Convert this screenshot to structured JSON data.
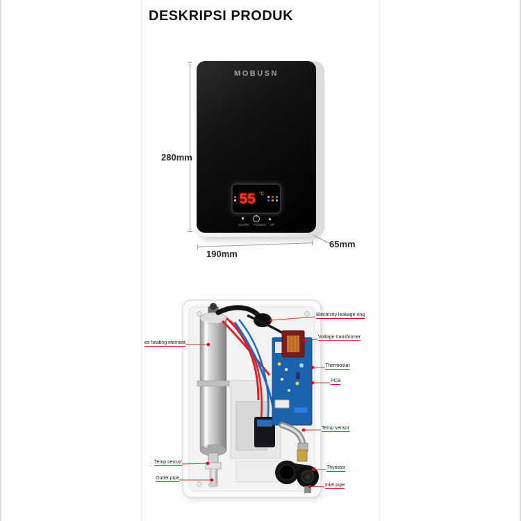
{
  "page": {
    "title": "DESKRIPSI PRODUK"
  },
  "front_view": {
    "brand": "MOBUSN",
    "display": {
      "temperature": "55",
      "unit": "°C"
    },
    "controls": {
      "down_icon": "▼",
      "up_icon": "▲",
      "down_label": "DOWN",
      "power_label": "POWER",
      "up_label": "UP"
    },
    "dimensions": {
      "height": "280mm",
      "width": "190mm",
      "depth": "65mm"
    }
  },
  "internal_view": {
    "left_labels": [
      {
        "text": "es heating element"
      },
      {
        "text": "Temp sensor"
      },
      {
        "text": "Outlet pipe"
      }
    ],
    "right_labels": [
      {
        "text": "Electricity leakage ring"
      },
      {
        "text": "Voltage transformer"
      },
      {
        "text": "Thermostat"
      },
      {
        "text": "PCB"
      },
      {
        "text": "Temp sensor"
      },
      {
        "text": "Thyristor"
      },
      {
        "text": "Inlet pipe"
      }
    ]
  },
  "colors": {
    "label_accent": "#e60012",
    "leader_line": "#c43b2e",
    "pcb_blue": "#1c63ad",
    "display_temp": "#ff3323",
    "device_black": "#0a0a0a"
  }
}
